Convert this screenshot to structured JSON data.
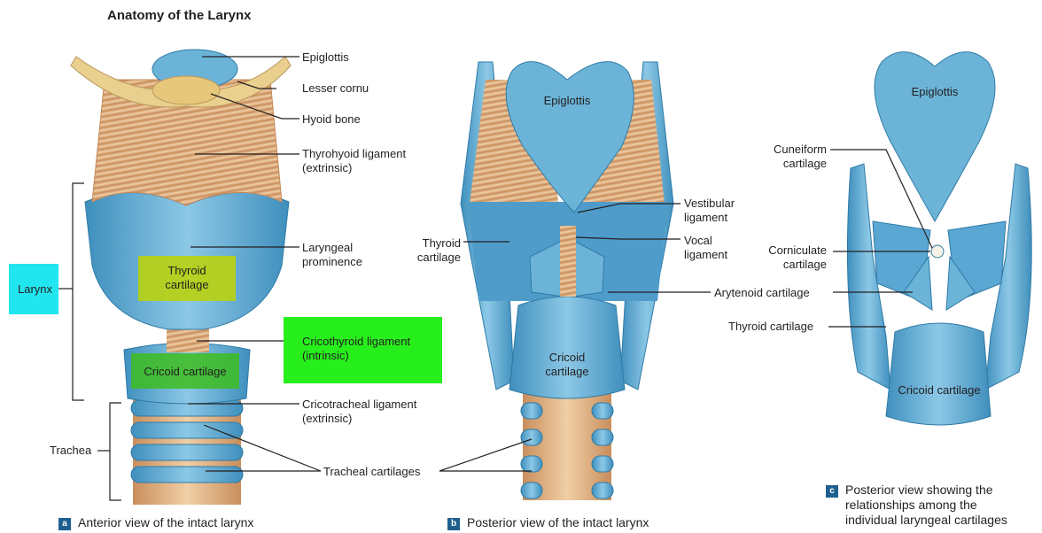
{
  "title": "Anatomy of the Larynx",
  "colors": {
    "cartilage": "#6bb4d8",
    "cartilage_dark": "#3f8fbd",
    "ligament": "#e2b68a",
    "bone": "#ead08f",
    "larynx_box": "#22e6ef",
    "thyroid_highlight": "#b9d10e",
    "cricoid_highlight": "#3dbd1e",
    "cricothyroid_highlight": "#27ef1c",
    "badge": "#1f5f8f"
  },
  "panel_a": {
    "labels": {
      "epiglottis": "Epiglottis",
      "lesser_cornu": "Lesser cornu",
      "hyoid_bone": "Hyoid bone",
      "thyrohyoid_1": "Thyrohyoid ligament",
      "thyrohyoid_2": "(extrinsic)",
      "laryngeal_1": "Laryngeal",
      "laryngeal_2": "prominence",
      "thyroid_1": "Thyroid",
      "thyroid_2": "cartilage",
      "cricothyroid_1": "Cricothyroid ligament",
      "cricothyroid_2": "(intrinsic)",
      "cricoid": "Cricoid cartilage",
      "cricotracheal_1": "Cricotracheal ligament",
      "cricotracheal_2": "(extrinsic)",
      "tracheal": "Tracheal cartilages",
      "larynx": "Larynx",
      "trachea": "Trachea"
    },
    "badge": "a",
    "caption": "Anterior view of the intact larynx"
  },
  "panel_b": {
    "labels": {
      "epiglottis": "Epiglottis",
      "vestibular_1": "Vestibular",
      "vestibular_2": "ligament",
      "vocal_1": "Vocal",
      "vocal_2": "ligament",
      "thyroid_1": "Thyroid",
      "thyroid_2": "cartilage",
      "arytenoid": "Arytenoid cartilage",
      "cricoid_1": "Cricoid",
      "cricoid_2": "cartilage"
    },
    "badge": "b",
    "caption": "Posterior view of the intact larynx"
  },
  "panel_c": {
    "labels": {
      "epiglottis": "Epiglottis",
      "cuneiform_1": "Cuneiform",
      "cuneiform_2": "cartilage",
      "corniculate_1": "Corniculate",
      "corniculate_2": "cartilage",
      "thyroid": "Thyroid cartilage",
      "cricoid": "Cricoid cartilage"
    },
    "badge": "c",
    "caption_1": "Posterior view showing the",
    "caption_2": "relationships among the",
    "caption_3": "individual laryngeal cartilages"
  }
}
